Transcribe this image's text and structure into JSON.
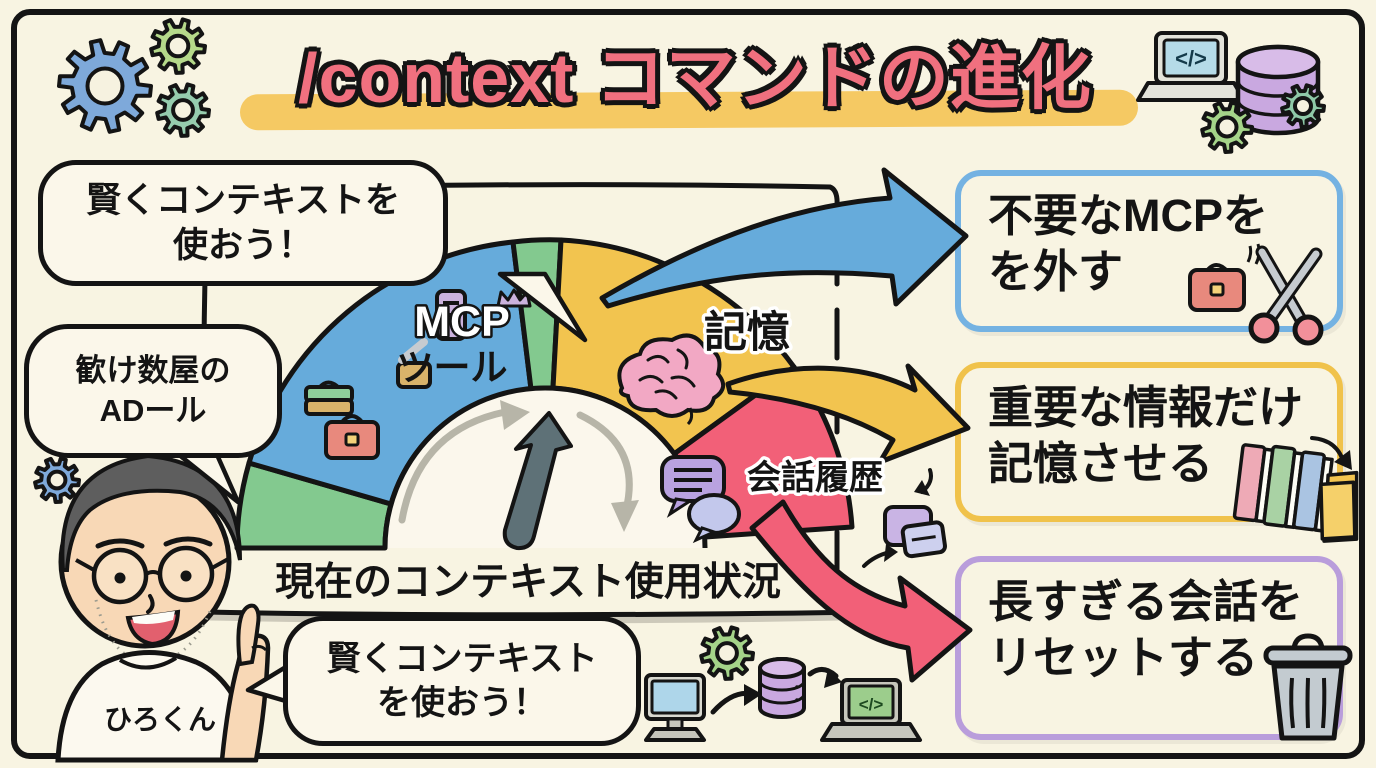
{
  "title": {
    "text": "/context コマンドの進化"
  },
  "colors": {
    "background": "#f8f4e2",
    "ink": "#141414",
    "title_pink": "#f0707f",
    "highlight_yellow": "#f5c963",
    "needle_gray": "#5e7177",
    "arrow_blue": "#66abdb",
    "arrow_yellow": "#f2c44f",
    "arrow_pink": "#f26078"
  },
  "speech_bubbles": {
    "top_left": {
      "line1": "賢くコンテキストを",
      "line2": "使おう！"
    },
    "left": {
      "line1": "歓け数屋の",
      "line2": "ADール"
    },
    "bottom": {
      "line1": "賢くコンテキスト",
      "line2": "を使おう！"
    }
  },
  "character": {
    "name": "ひろくん"
  },
  "gauge": {
    "caption": "現在のコンテキスト使用状況",
    "segments": [
      {
        "label": "",
        "color": "#83c98f"
      },
      {
        "label_line1": "MCP",
        "label_line2": "ツール",
        "color": "#66abdb"
      },
      {
        "label": "",
        "color": "#83c98f"
      },
      {
        "label": "記憶",
        "color": "#f2c44f"
      },
      {
        "label": "会話履歴",
        "color": "#f26078"
      }
    ]
  },
  "action_boxes": [
    {
      "line1": "不要なMCPを",
      "line2": "を外す",
      "border_color": "#74b2e2"
    },
    {
      "line1": "重要な情報だけ",
      "line2": "記憶させる",
      "border_color": "#f0c24b"
    },
    {
      "line1": "長すぎる会話を",
      "line2": "リセットする",
      "border_color": "#b99ddb"
    }
  ],
  "laptop": {
    "code_glyph": "</>"
  },
  "icons": [
    "gear-icon",
    "laptop-code-icon",
    "database-icon",
    "monitor-icon",
    "toolbox-icon",
    "wrench-icon",
    "crown-icon",
    "brain-icon",
    "chat-bubbles-icon",
    "folder-copy-icon",
    "briefcase-icon",
    "scissors-icon",
    "folder-stack-icon",
    "trash-icon"
  ]
}
